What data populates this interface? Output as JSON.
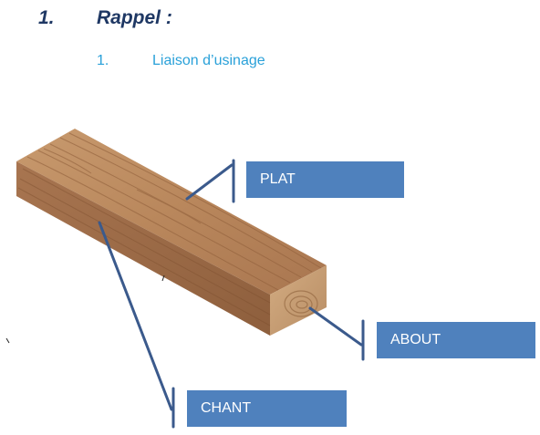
{
  "heading": {
    "number": "1.",
    "title": "Rappel :"
  },
  "subheading": {
    "number": "1.",
    "title": "Liaison d’usinage"
  },
  "illustration": {
    "subject": "wood-plank-icon",
    "labels": {
      "plat": "PLAT",
      "about": "ABOUT",
      "chant": "CHANT"
    }
  },
  "colors": {
    "heading": "#1f3864",
    "subheading": "#2aa1d9",
    "label_fill": "#4f81bd",
    "label_text": "#ffffff",
    "leader_line": "#3b5a8c"
  }
}
